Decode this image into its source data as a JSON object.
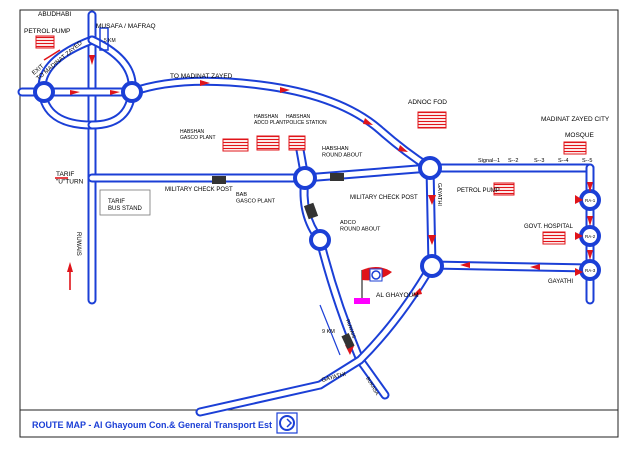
{
  "colors": {
    "road": "#1b3fd6",
    "arrow": "#e0141a",
    "building": "#e0141a",
    "footer_text": "#1b3fd6",
    "flag": "#e0141a",
    "marker": "#ff00ff"
  },
  "labels": {
    "abudhabi": "ABUDHABI",
    "musafa": "MUSAFA / MAFRAQ",
    "petrol_pump_top": "PETROL PUMP",
    "exit_madinat": "EXIT\nTO MADINAT ZAYED",
    "km_top": "5 KM",
    "to_madinat": "TO MADINAT ZAYED",
    "habshan_adco": "HABSHAN\nADCO PLANT",
    "habshan_police": "HABSHAN\nPOLICE STATION",
    "habshan_gasco": "HABSHAN\nGASCO PLANT",
    "habshan_roundabout": "HABSHAN\nROUND ABOUT",
    "adnoc_fod": "ADNOC FOD",
    "madinat_city": "MADINAT ZAYED CITY",
    "mosque": "MOSQUE",
    "signal1": "Signal--1",
    "s2": "S--2",
    "s3": "S--3",
    "s4": "S--4",
    "s5": "S--5",
    "tarif_uturn": "TARIF\n\"U\"TURN",
    "military_check_1": "MILITARY CHECK POST",
    "military_check_2": "MILITARY CHECK POST",
    "tarif_bus": "TARIF\nBUS STAND",
    "bab_gasco": "BAB\nGASCO PLANT",
    "gayathi_vertical": "GAYATHI",
    "petrol_pump_right": "PETROL PUMP",
    "adco_roundabout": "ADCO\nROUND ABOUT",
    "govt_hospital": "GOVT. HOSPITAL",
    "ruwais": "RUWAIS",
    "al_ghayoum": "AL GHAYOUM",
    "gayathi_right": "GAYATHI",
    "km_bottom": "9 KM",
    "gayathi_bottom": "GAYATHI",
    "bukasa": "BUKASA",
    "ruwais_small": "RUWAIS",
    "ra1": "RA-1",
    "ra2": "RA-2",
    "ra3": "RA-3"
  },
  "footer": {
    "title": "ROUTE MAP - Al Ghayoum Con.& General Transport Est"
  },
  "icons": {
    "logo": "ghayoum-logo-icon",
    "flag": "flag-icon",
    "building": "building-icon"
  }
}
